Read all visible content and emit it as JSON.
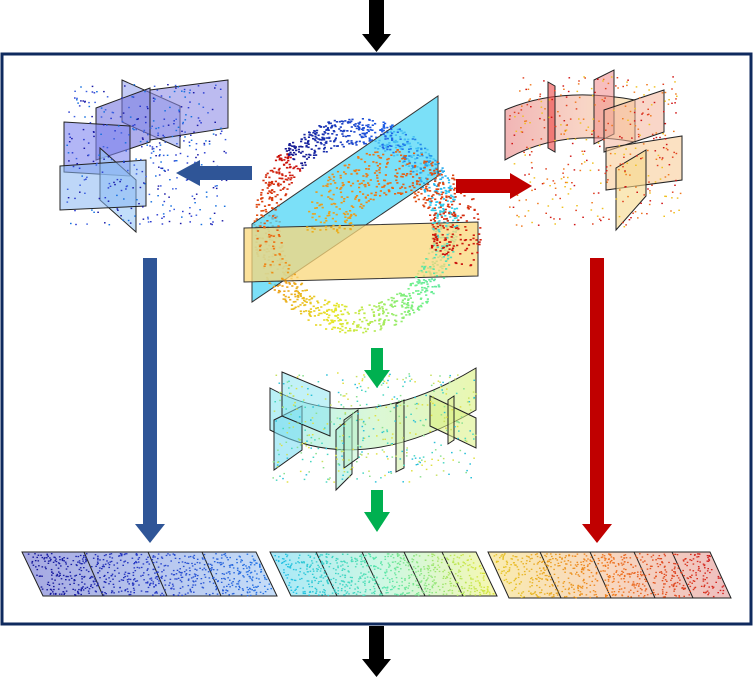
{
  "diagram": {
    "frame_color": "#0f2a5e",
    "flow_arrow_color": "#000000",
    "arrows": {
      "left_color": "#2f5597",
      "right_color": "#c00000",
      "center_color": "#00b050"
    },
    "center_planes": {
      "cyan_plane_color": "#4fd6f5",
      "yellow_plane_color": "#f9d77a"
    },
    "groups": [
      {
        "name": "blue-group",
        "tint_from": "#3a3fc6",
        "tint_to": "#2d6fe6",
        "point_color": "#1a1aa8"
      },
      {
        "name": "cyan-green-group",
        "tint_from": "#35c8f0",
        "tint_to": "#e9f27a",
        "point_color": "#2aa9c9"
      },
      {
        "name": "red-orange-group",
        "tint_from": "#f2d55a",
        "tint_to": "#e07a7a",
        "point_color": "#d01515"
      }
    ],
    "unrolled_strip": {
      "blue_segments": 4,
      "green_segments": 5,
      "red_segments": 5
    }
  }
}
